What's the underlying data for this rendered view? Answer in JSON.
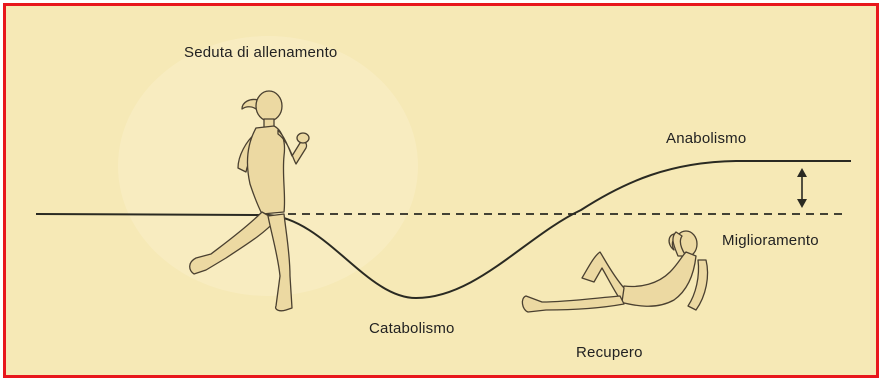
{
  "diagram": {
    "labels": {
      "training_session": "Seduta di allenamento",
      "anabolism": "Anabolismo",
      "improvement": "Miglioramento",
      "catabolism": "Catabolismo",
      "recovery": "Recupero"
    },
    "icons": {
      "runner": "runner-figure-icon",
      "resting": "resting-figure-icon",
      "arrow": "double-headed-arrow-icon"
    },
    "colors": {
      "background": "#f6e9b6",
      "border": "#e8171c",
      "curve": "#2a2a22",
      "figure_fill": "#ecd9a2",
      "figure_stroke": "#4a4030"
    }
  }
}
